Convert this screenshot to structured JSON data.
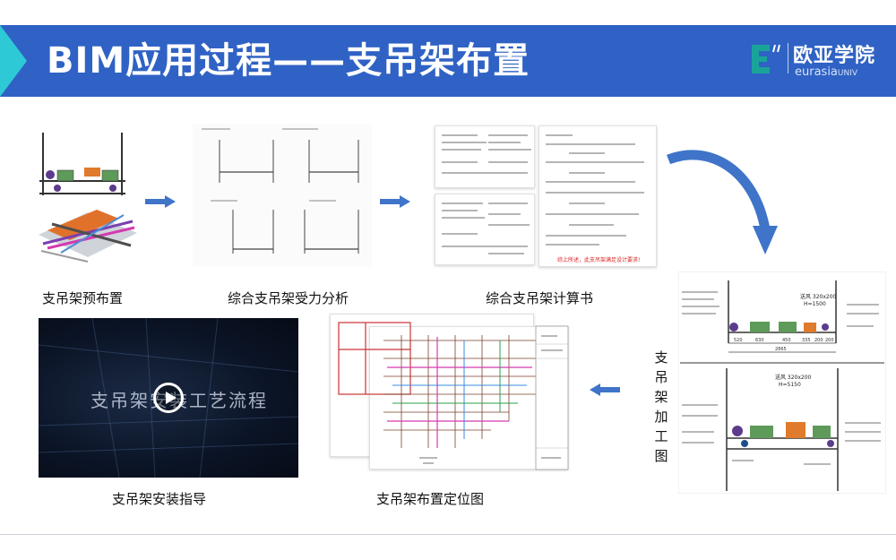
{
  "header": {
    "title": "BIM应用过程——支吊架布置",
    "logo_cn": "欧亚学院",
    "logo_en": "eurasia",
    "logo_en_suffix": "UNIV"
  },
  "captions": {
    "prelayout": "支吊架预布置",
    "force_analysis": "综合支吊架受力分析",
    "calc_book": "综合支吊架计算书",
    "processing_drawing": "支吊架加工图",
    "install_guide": "支吊架安装指导",
    "positioning_drawing": "支吊架布置定位图"
  },
  "video": {
    "title": "支吊架安装工艺流程"
  },
  "calc_book": {
    "conclusion": "综上所述，此支吊架满足设计要求!"
  },
  "processing": {
    "top_labels": [
      "送风 320x200",
      "H=1500"
    ],
    "bottom_labels": [
      "送风 320x200",
      "H=5150"
    ],
    "dims": [
      "520",
      "630",
      "450",
      "335",
      "200",
      "200",
      "2865"
    ]
  },
  "colors": {
    "banner": "#2f62c4",
    "accent_green": "#1aa39a",
    "arrow_blue": "#3f74c9",
    "duct_orange": "#e07a2c",
    "pipe_green": "#5e9a5a"
  }
}
